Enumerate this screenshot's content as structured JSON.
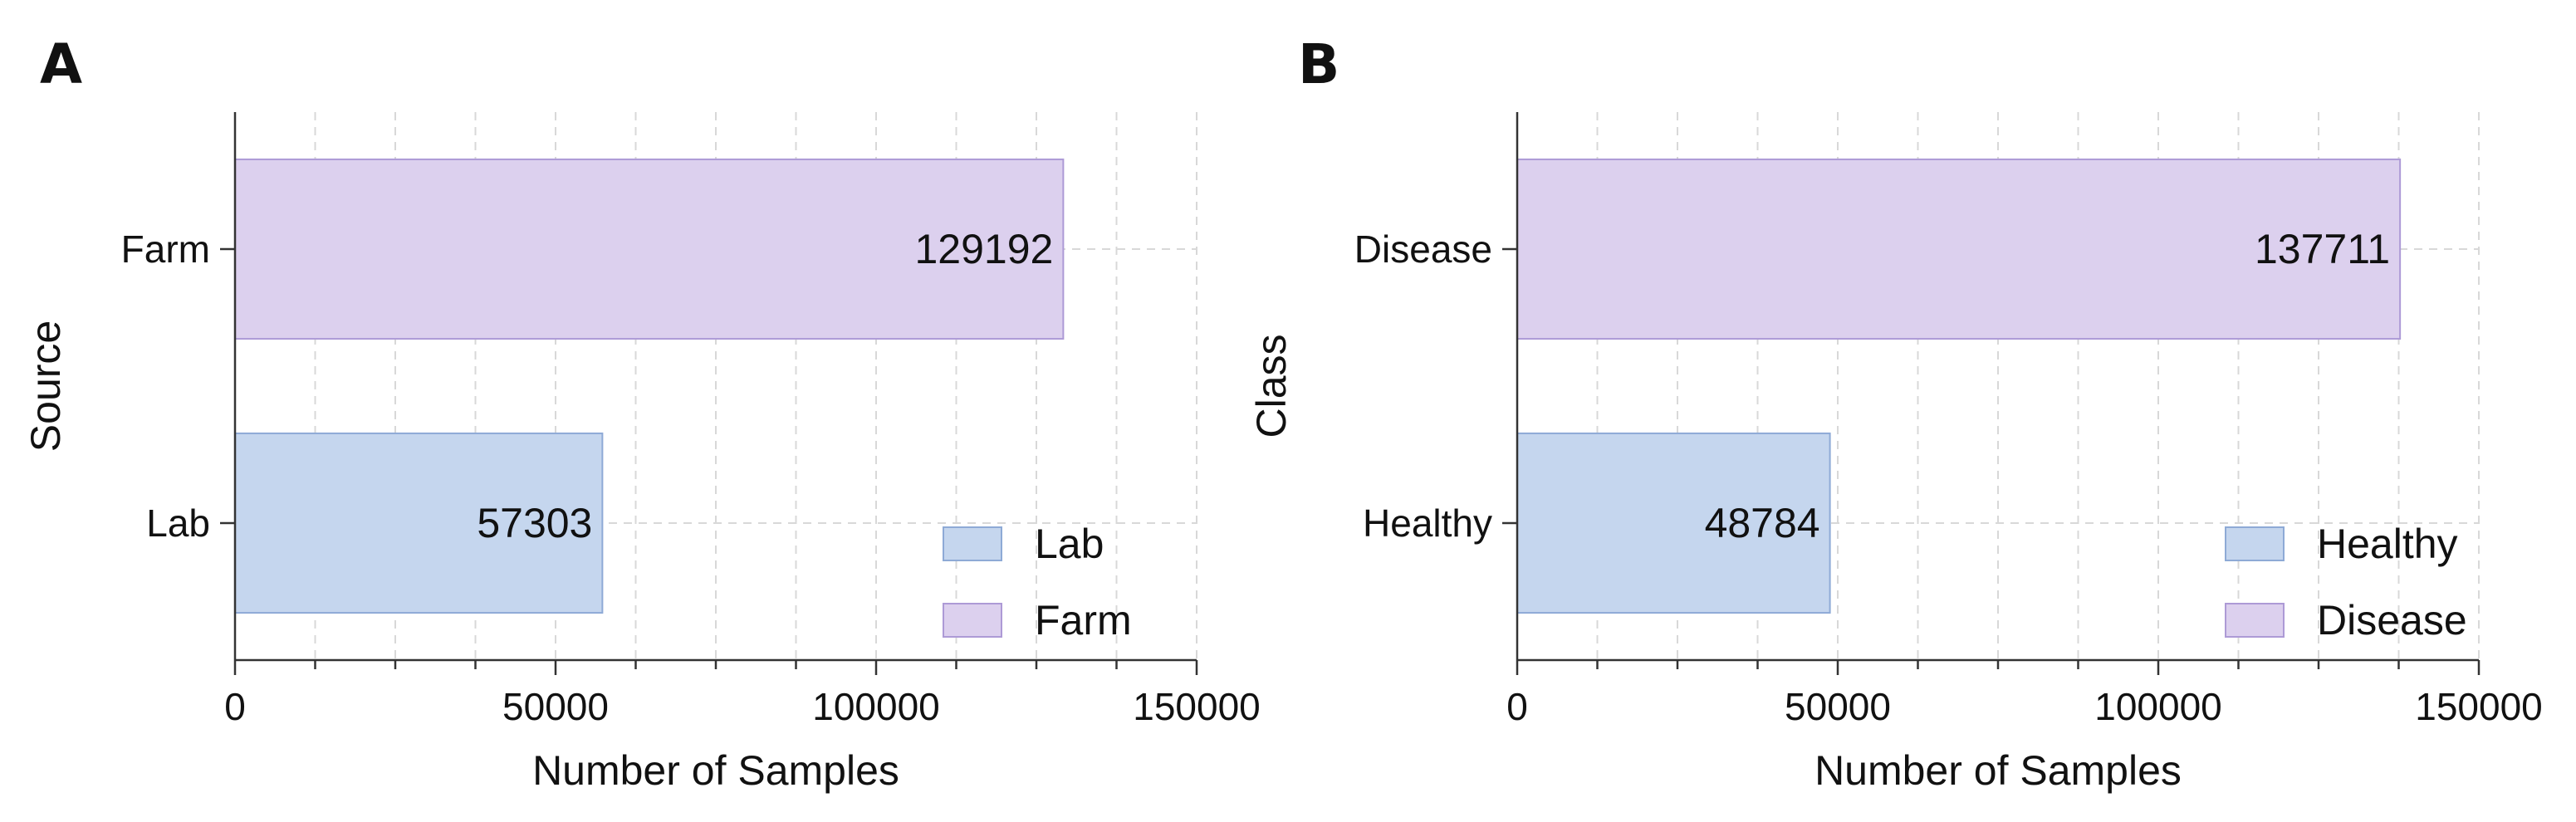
{
  "colors": {
    "blue_fill": "#c5d6ee",
    "blue_edge": "#8eaad6",
    "purple_fill": "#dcd0ee",
    "purple_edge": "#ad9ad6",
    "grid": "#d8d8d8",
    "axis": "#333333"
  },
  "chart_data": [
    {
      "panel": "A",
      "type": "bar",
      "orientation": "horizontal",
      "categories": [
        "Farm",
        "Lab"
      ],
      "values": [
        129192,
        57303
      ],
      "bar_colors": [
        "#dcd0ee",
        "#c5d6ee"
      ],
      "xlabel": "Number of Samples",
      "ylabel": "Source",
      "xlim": [
        0,
        150000
      ],
      "xticks": [
        0,
        50000,
        100000,
        150000
      ],
      "grid": true,
      "legend": {
        "position": "bottom-right",
        "entries": [
          {
            "label": "Lab",
            "color": "#c5d6ee"
          },
          {
            "label": "Farm",
            "color": "#dcd0ee"
          }
        ]
      }
    },
    {
      "panel": "B",
      "type": "bar",
      "orientation": "horizontal",
      "categories": [
        "Disease",
        "Healthy"
      ],
      "values": [
        137711,
        48784
      ],
      "bar_colors": [
        "#dcd0ee",
        "#c5d6ee"
      ],
      "xlabel": "Number of Samples",
      "ylabel": "Class",
      "xlim": [
        0,
        150000
      ],
      "xticks": [
        0,
        50000,
        100000,
        150000
      ],
      "grid": true,
      "legend": {
        "position": "bottom-right",
        "entries": [
          {
            "label": "Healthy",
            "color": "#c5d6ee"
          },
          {
            "label": "Disease",
            "color": "#dcd0ee"
          }
        ]
      }
    }
  ]
}
